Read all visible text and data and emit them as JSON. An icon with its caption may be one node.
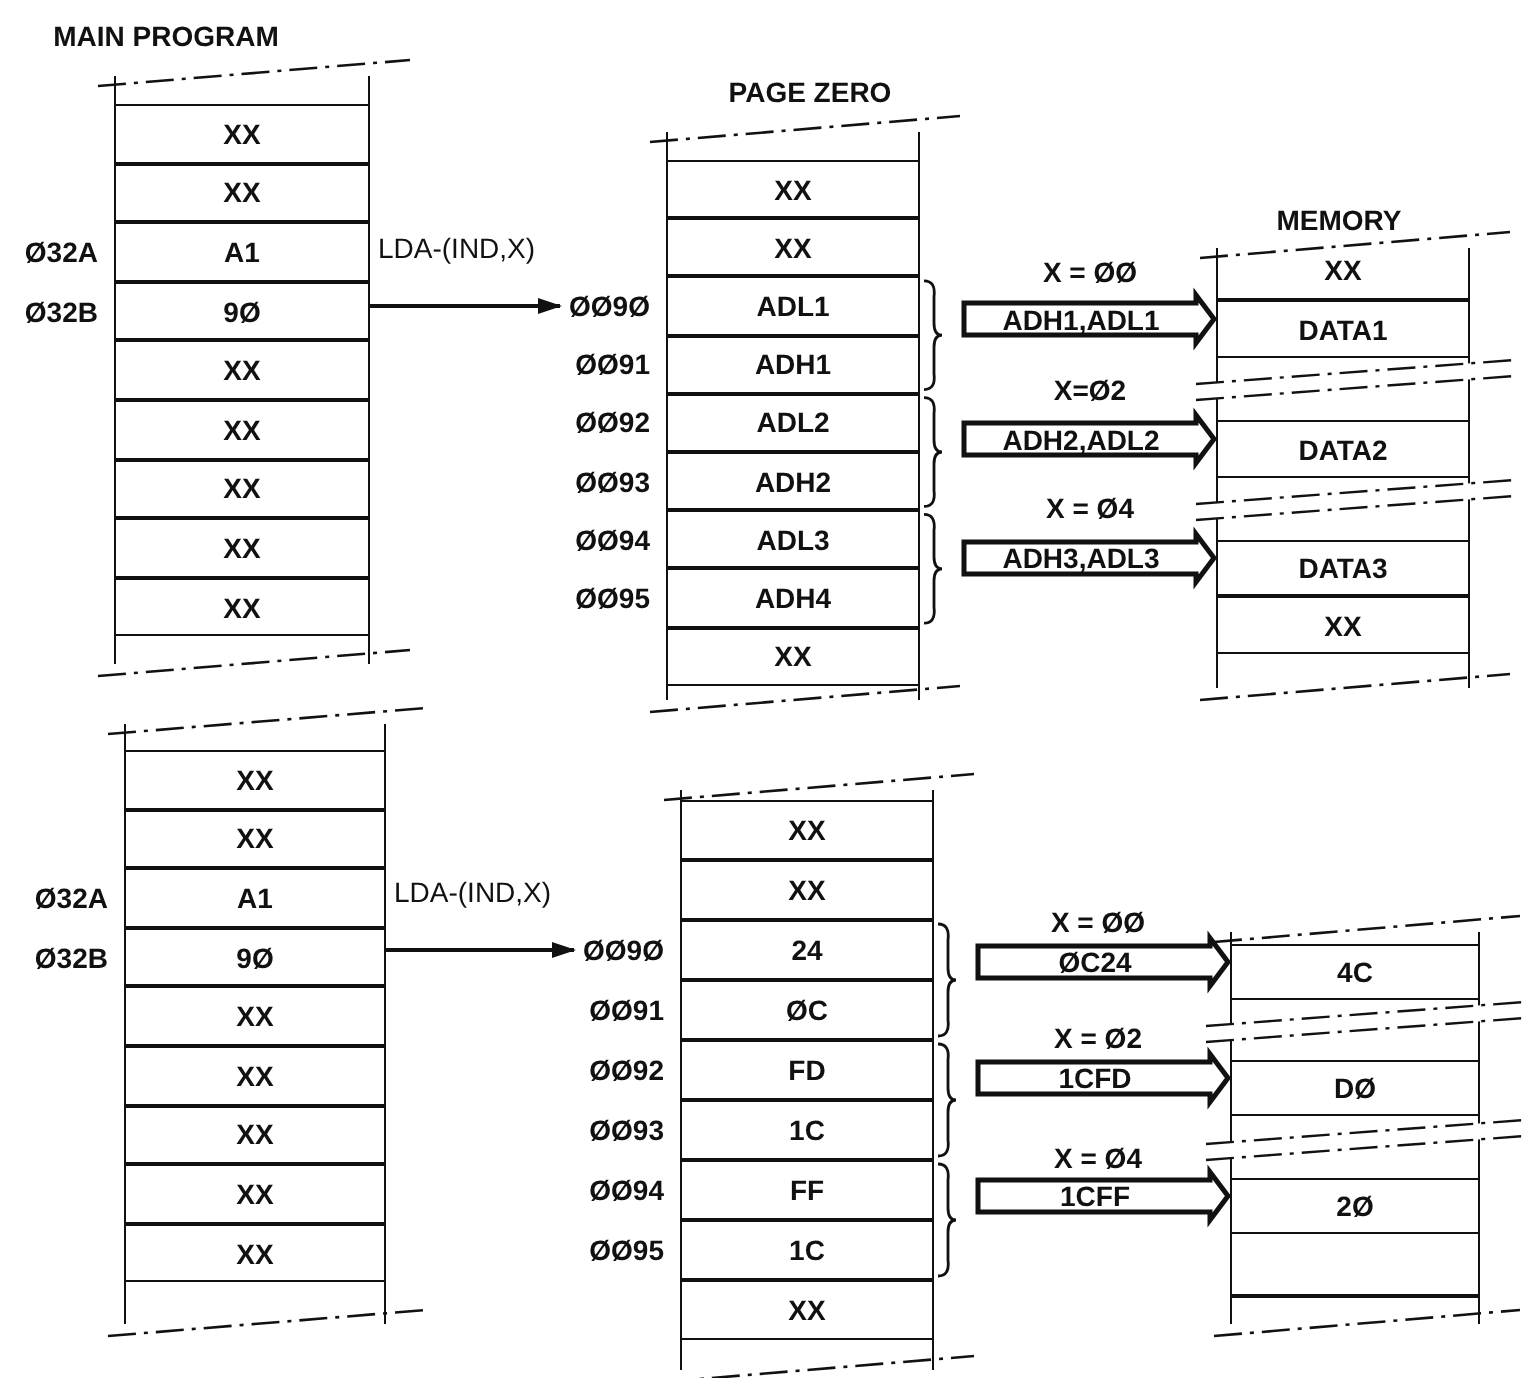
{
  "diagram": {
    "nodes": [
      {
        "text": [
          "MAIN PROGRAM"
        ]
      },
      {
        "text": [
          "XX"
        ],
        "in": 0
      },
      {
        "text": [
          "XX"
        ],
        "in": 0
      },
      {
        "text": [
          "A1"
        ],
        "in": 0,
        "beside": [
          "Ø32A"
        ]
      },
      {
        "text": [
          "9Ø"
        ],
        "in": 0,
        "beside": [
          "Ø32B"
        ]
      },
      {
        "text": [
          "XX"
        ],
        "in": 0
      },
      {
        "text": [
          "XX"
        ],
        "in": 0
      },
      {
        "text": [
          "XX"
        ],
        "in": 0
      },
      {
        "text": [
          "XX"
        ],
        "in": 0
      },
      {
        "text": [
          "XX"
        ],
        "in": 0
      },
      {
        "text": [
          "PAGE ZERO"
        ]
      },
      {
        "text": [
          "XX"
        ],
        "in": 10
      },
      {
        "text": [
          "XX"
        ],
        "in": 10
      },
      {
        "text": [
          "ADL1"
        ],
        "in": 10,
        "beside": [
          "ØØ9Ø"
        ]
      },
      {
        "text": [
          "ADH1"
        ],
        "in": 10,
        "beside": [
          "ØØ91"
        ]
      },
      {
        "text": [
          "ADL2"
        ],
        "in": 10,
        "beside": [
          "ØØ92"
        ]
      },
      {
        "text": [
          "ADH2"
        ],
        "in": 10,
        "beside": [
          "ØØ93"
        ]
      },
      {
        "text": [
          "ADL3"
        ],
        "in": 10,
        "beside": [
          "ØØ94"
        ]
      },
      {
        "text": [
          "ADH4"
        ],
        "in": 10,
        "beside": [
          "ØØ95"
        ]
      },
      {
        "text": [
          "XX"
        ],
        "in": 10
      },
      {
        "text": [
          "MEMORY"
        ]
      },
      {
        "text": [
          "XX"
        ],
        "in": 20
      },
      {
        "text": [
          "DATA1"
        ],
        "in": 20
      },
      {
        "text": [
          "DATA2"
        ],
        "in": 20
      },
      {
        "text": [
          "DATA3"
        ],
        "in": 20
      },
      {
        "text": [
          "XX"
        ],
        "in": 20
      },
      {
        "text": [],
        "shape": "box"
      },
      {
        "text": [
          "XX"
        ],
        "in": 26
      },
      {
        "text": [
          "XX"
        ],
        "in": 26
      },
      {
        "text": [
          "A1"
        ],
        "in": 26,
        "beside": [
          "Ø32A"
        ]
      },
      {
        "text": [
          "9Ø"
        ],
        "in": 26,
        "beside": [
          "Ø32B"
        ]
      },
      {
        "text": [
          "XX"
        ],
        "in": 26
      },
      {
        "text": [
          "XX"
        ],
        "in": 26
      },
      {
        "text": [
          "XX"
        ],
        "in": 26
      },
      {
        "text": [
          "XX"
        ],
        "in": 26
      },
      {
        "text": [
          "XX"
        ],
        "in": 26
      },
      {
        "text": [],
        "shape": "box"
      },
      {
        "text": [
          "XX"
        ],
        "in": 36
      },
      {
        "text": [
          "XX"
        ],
        "in": 36
      },
      {
        "text": [
          "24"
        ],
        "in": 36,
        "beside": [
          "ØØ9Ø"
        ]
      },
      {
        "text": [
          "ØC"
        ],
        "in": 36,
        "beside": [
          "ØØ91"
        ]
      },
      {
        "text": [
          "FD"
        ],
        "in": 36,
        "beside": [
          "ØØ92"
        ]
      },
      {
        "text": [
          "1C"
        ],
        "in": 36,
        "beside": [
          "ØØ93"
        ]
      },
      {
        "text": [
          "FF"
        ],
        "in": 36,
        "beside": [
          "ØØ94"
        ]
      },
      {
        "text": [
          "1C"
        ],
        "in": 36,
        "beside": [
          "ØØ95"
        ]
      },
      {
        "text": [
          "XX"
        ],
        "in": 36
      },
      {
        "text": [],
        "shape": "box"
      },
      {
        "text": [
          "4C"
        ],
        "in": 46
      },
      {
        "text": [
          "DØ"
        ],
        "in": 46
      },
      {
        "text": [
          "2Ø"
        ],
        "in": 46
      }
    ],
    "edges": [
      {
        "from": 4,
        "to": 13,
        "arrow": "to",
        "label": "LDA-(IND,X)"
      },
      {
        "from": 13,
        "to": 22,
        "arrow": "to",
        "label": "ADH1,ADL1",
        "style": "thick"
      },
      {
        "from": 15,
        "to": 23,
        "arrow": "to",
        "label": "ADH2,ADL2",
        "style": "thick"
      },
      {
        "from": 17,
        "to": 24,
        "arrow": "to",
        "label": "ADH3,ADL3",
        "style": "thick"
      },
      {
        "from": 30,
        "to": 39,
        "arrow": "to",
        "label": "LDA-(IND,X)"
      },
      {
        "from": 39,
        "to": 47,
        "arrow": "to",
        "label": "ØC24",
        "style": "thick"
      },
      {
        "from": 41,
        "to": 48,
        "arrow": "to",
        "label": "1CFD",
        "style": "thick"
      },
      {
        "from": 43,
        "to": 49,
        "arrow": "to",
        "label": "1CFF",
        "style": "thick"
      }
    ],
    "labels": [
      "X = ØØ",
      "X=Ø2",
      "X = Ø4",
      "X = ØØ",
      "X = Ø2",
      "X = Ø4"
    ]
  }
}
